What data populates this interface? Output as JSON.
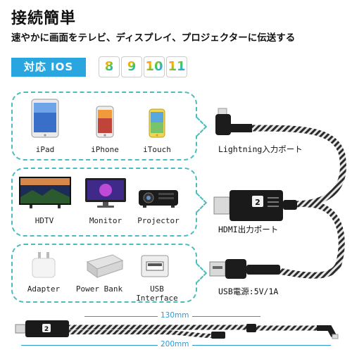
{
  "header": {
    "title": "接続簡単",
    "subtitle": "速やかに画面をテレビ、ディスプレイ、プロジェクターに伝送する"
  },
  "ios": {
    "badge": "対応 IOS",
    "versions": [
      "8",
      "9",
      "10",
      "11"
    ]
  },
  "panels": {
    "apple_devices": [
      {
        "label": "iPad"
      },
      {
        "label": "iPhone"
      },
      {
        "label": "iTouch"
      }
    ],
    "displays": [
      {
        "label": "HDTV"
      },
      {
        "label": "Monitor"
      },
      {
        "label": "Projector"
      }
    ],
    "power": [
      {
        "label": "Adapter"
      },
      {
        "label": "Power Bank"
      },
      {
        "label": "USB Interface"
      }
    ]
  },
  "ports": {
    "lightning": "Lightning入力ポート",
    "hdmi": "HDMI出力ポート",
    "usb": "USB電源:5V/1A"
  },
  "dimensions": {
    "short": "130mm",
    "long": "200mm"
  },
  "colors": {
    "accent": "#29a6e0",
    "panel_border": "#4bbcc0",
    "dimension": "#2a9bd8"
  }
}
